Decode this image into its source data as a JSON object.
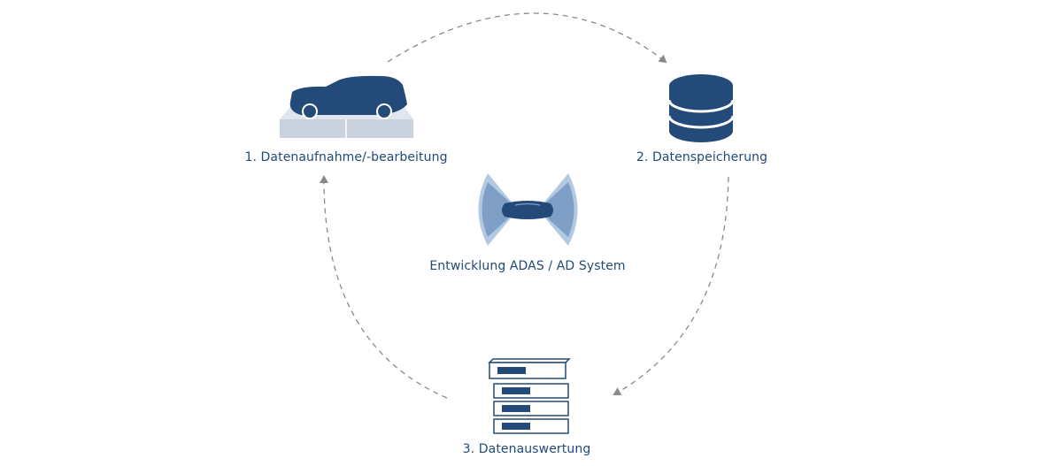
{
  "steps": [
    {
      "label": "1. Datenaufnahme/-bearbeitung",
      "icon": "car-on-platform-icon"
    },
    {
      "label": "2. Datenspeicherung",
      "icon": "database-icon"
    },
    {
      "label": "3. Datenauswertung",
      "icon": "server-rack-icon"
    }
  ],
  "center": {
    "label": "Entwicklung ADAS / AD System",
    "icon": "car-sensor-fields-icon"
  },
  "colors": {
    "primary": "#234a78",
    "sensor_light": "#b3c9e2",
    "sensor_mid": "#7f9fc6",
    "platform": "#c9d2dd",
    "arrow": "#8a8a8a"
  }
}
